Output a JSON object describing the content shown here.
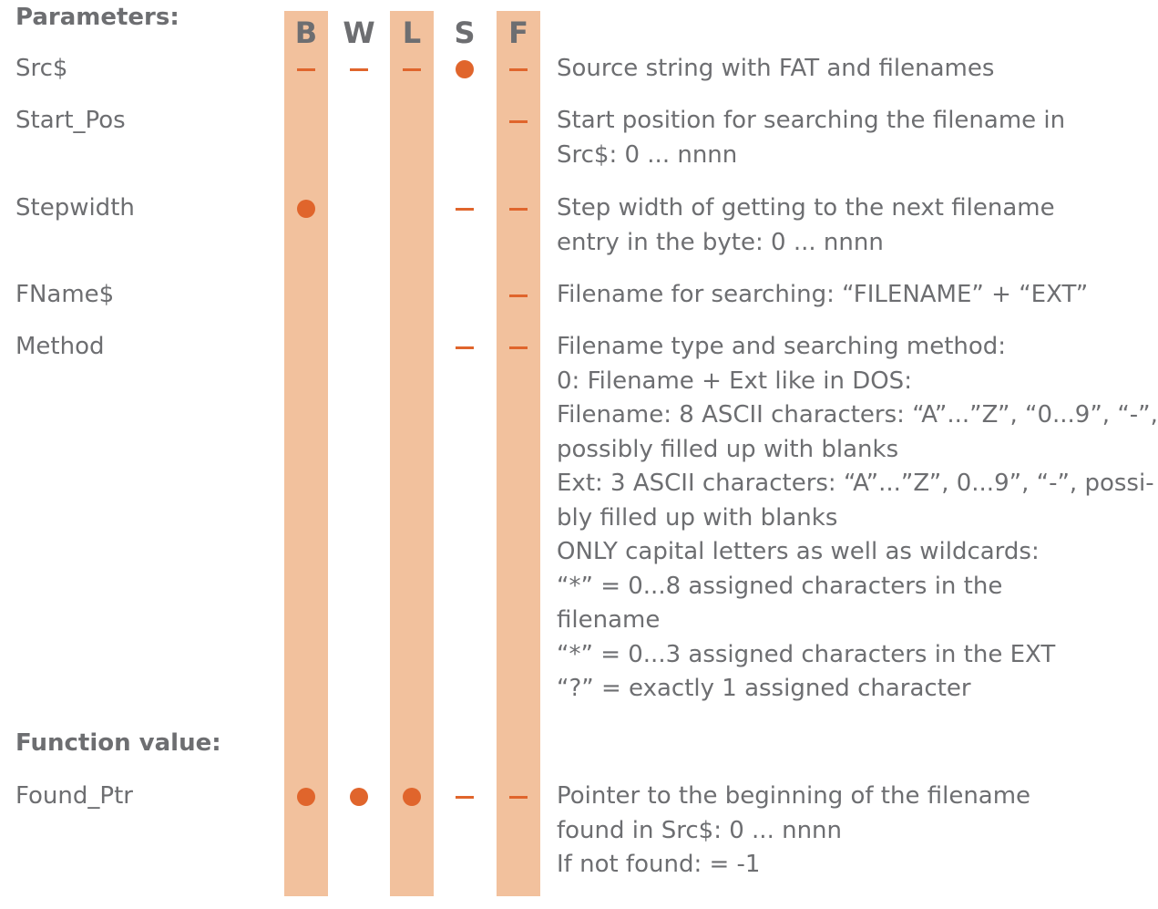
{
  "sections": {
    "parameters": "Parameters:",
    "function_value": "Function value:"
  },
  "columns": [
    "B",
    "W",
    "L",
    "S",
    "F"
  ],
  "rows": [
    {
      "name": "Src$",
      "marks": [
        "dash",
        "dash",
        "dash",
        "dot",
        "dash"
      ],
      "description": [
        "Source string with FAT and filenames"
      ]
    },
    {
      "name": "Start_Pos",
      "marks": [
        "",
        "",
        "",
        "",
        "dash"
      ],
      "description": [
        "Start position for searching the filename in",
        "Src$: 0 ... nnnn"
      ]
    },
    {
      "name": "Stepwidth",
      "marks": [
        "dot",
        "",
        "",
        "dash",
        "dash"
      ],
      "description": [
        "Step width of getting to the next filename",
        "entry in the byte: 0 ... nnnn"
      ]
    },
    {
      "name": "FName$",
      "marks": [
        "",
        "",
        "",
        "",
        "dash"
      ],
      "description": [
        "Filename for searching:  “FILENAME” + “EXT”"
      ]
    },
    {
      "name": "Method",
      "marks": [
        "",
        "",
        "",
        "dash",
        "dash"
      ],
      "description": [
        "Filename type and searching method:",
        "0: Filename + Ext like in DOS:",
        "Filename: 8 ASCII characters: “A”...”Z”, “0...9”, “-”,",
        "possibly filled up with blanks",
        "Ext: 3 ASCII characters: “A”...”Z”, 0...9”, “-”, possi-",
        "bly filled up with blanks",
        "ONLY capital letters as well as wildcards:",
        "“*” = 0...8 assigned characters in the",
        "filename",
        "“*” = 0...3 assigned characters in the EXT",
        "“?” = exactly 1 assigned character"
      ]
    },
    {
      "name": "Found_Ptr",
      "marks": [
        "dot",
        "dot",
        "dot",
        "dash",
        "dash"
      ],
      "description": [
        "Pointer to the beginning of the filename",
        "found in Src$: 0 ... nnnn",
        "If not found:  = -1"
      ]
    }
  ],
  "colors": {
    "band": "#f2c19d",
    "marker": "#e0652c",
    "text": "#6d6e71"
  }
}
